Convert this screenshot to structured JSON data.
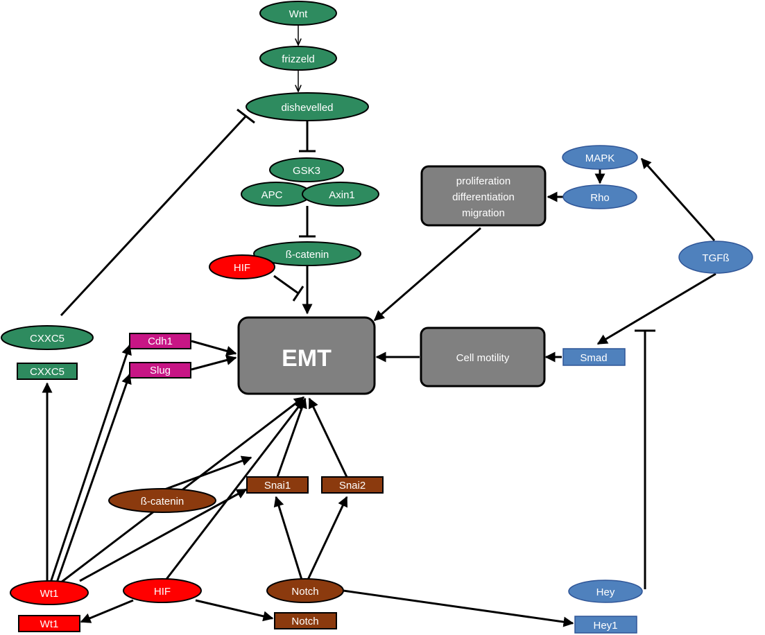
{
  "colors": {
    "green": "#2e8b5f",
    "red": "#ff0000",
    "magenta": "#c71585",
    "brown": "#8b3a0e",
    "blue": "#4f81bd",
    "gray": "#808080",
    "stroke": "#000000"
  },
  "nodes": {
    "wnt": "Wnt",
    "frizzeld": "frizzeld",
    "dishevelled": "dishevelled",
    "gsk3": "GSK3",
    "apc": "APC",
    "axin1": "Axin1",
    "beta_catenin_top": "ß-catenin",
    "hif_top": "HIF",
    "emt": "EMT",
    "prolif_line1": "proliferation",
    "prolif_line2": "differentiation",
    "prolif_line3": "migration",
    "mapk": "MAPK",
    "rho": "Rho",
    "tgfb": "TGFß",
    "cell_motility": "Cell motility",
    "smad": "Smad",
    "cxxc5_ellipse": "CXXC5",
    "cxxc5_rect": "CXXC5",
    "cdh1": "Cdh1",
    "slug": "Slug",
    "beta_catenin_low": "ß-catenin",
    "snai1": "Snai1",
    "snai2": "Snai2",
    "wt1_ellipse": "Wt1",
    "hif_low": "HIF",
    "notch_ellipse": "Notch",
    "hey": "Hey",
    "wt1_rect": "Wt1",
    "notch_rect": "Notch",
    "hey1": "Hey1"
  }
}
